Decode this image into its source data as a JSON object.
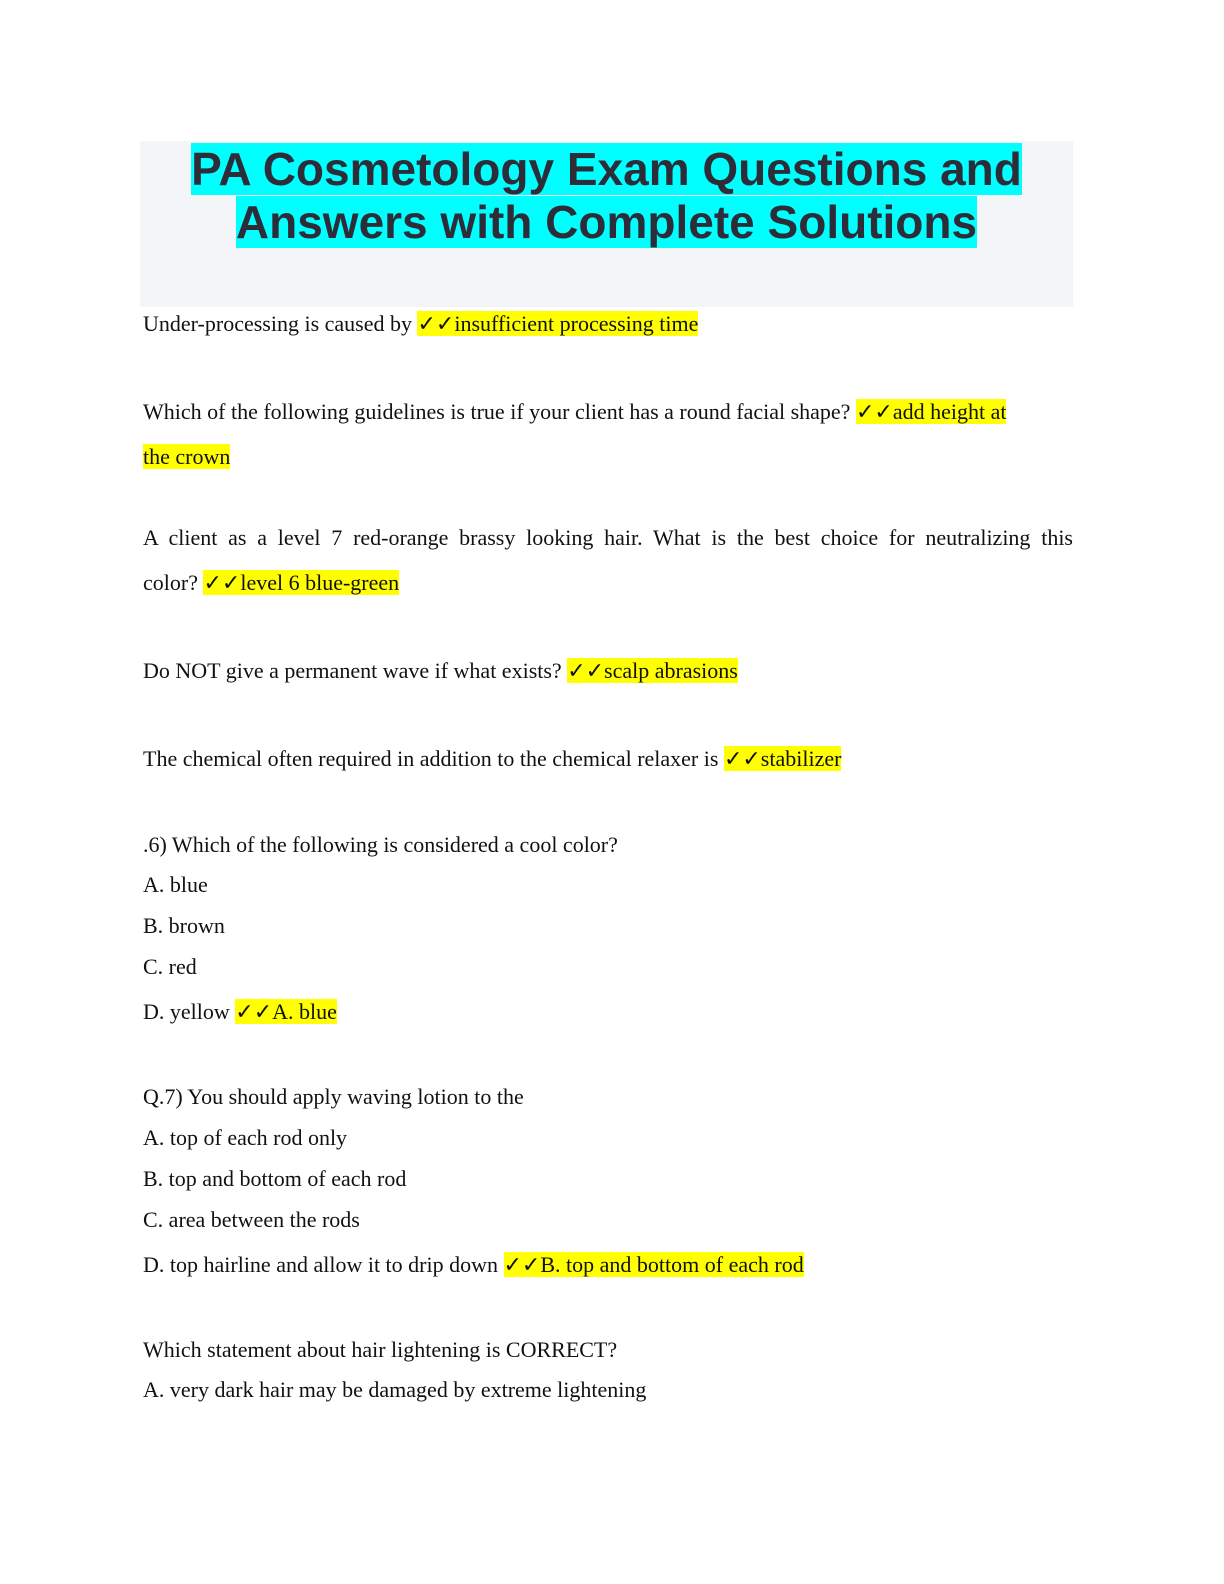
{
  "document": {
    "title_line1": "PA Cosmetology Exam Questions and",
    "title_line2": "Answers with Complete Solutions",
    "colors": {
      "title_highlight": "#00ffff",
      "answer_highlight": "#ffff00",
      "title_box_bg": "#f4f5f9"
    },
    "q1": {
      "question": "Under-processing is caused by ",
      "answer": "✓✓insufficient processing time"
    },
    "q2": {
      "question_line1": "Which of the following guidelines is true if your client has a round facial shape? ",
      "answer_part1": "✓✓add height at",
      "answer_part2": "the crown"
    },
    "q3": {
      "question_line1": "A client as a level 7 red-orange brassy looking hair. What is the best choice for neutralizing this",
      "question_line2": "color? ",
      "answer": "✓✓level 6 blue-green"
    },
    "q4": {
      "question": "Do NOT give a permanent wave if what exists? ",
      "answer": "✓✓scalp abrasions"
    },
    "q5": {
      "question": "The chemical often required in addition to the chemical relaxer is ",
      "answer": "✓✓stabilizer"
    },
    "q6": {
      "question": ".6) Which of the following is considered a cool color?",
      "options": [
        "A. blue",
        "B. brown",
        "C. red",
        "D. yellow "
      ],
      "answer": "✓✓A. blue"
    },
    "q7": {
      "question": "Q.7) You should apply waving lotion to the",
      "options": [
        "A. top of each rod only",
        "B. top and bottom of each rod",
        "C. area between the rods",
        "D. top hairline and allow it to drip down "
      ],
      "answer": "✓✓B. top and bottom of each rod"
    },
    "q8": {
      "question": "Which statement about hair lightening is CORRECT?",
      "options": [
        "A. very dark hair may be damaged by extreme lightening"
      ]
    }
  }
}
